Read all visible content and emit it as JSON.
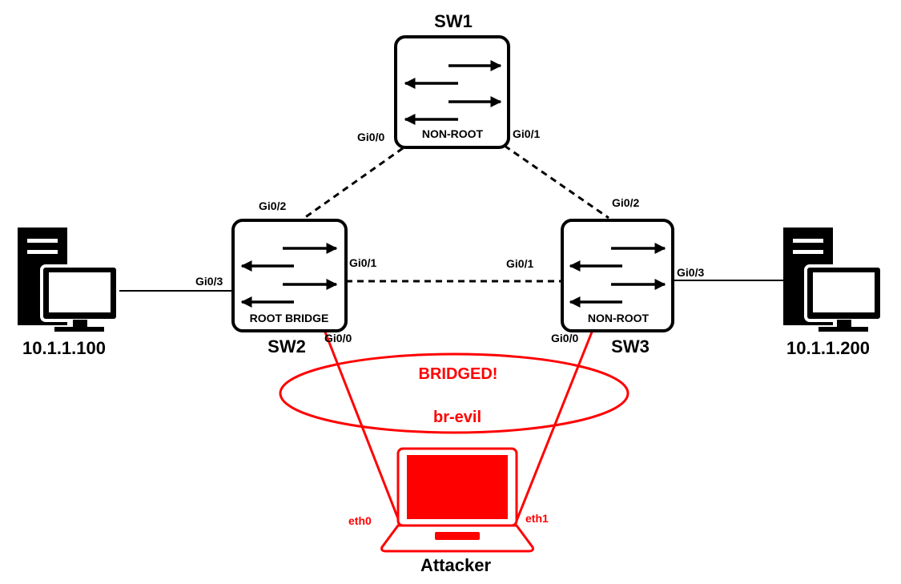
{
  "switches": {
    "sw1": {
      "name": "SW1",
      "role": "NON-ROOT",
      "ports": {
        "left": "Gi0/0",
        "right": "Gi0/1"
      }
    },
    "sw2": {
      "name": "SW2",
      "role": "ROOT BRIDGE",
      "ports": {
        "top": "Gi0/2",
        "right": "Gi0/1",
        "left": "Gi0/3",
        "bottom": "Gi0/0"
      }
    },
    "sw3": {
      "name": "SW3",
      "role": "NON-ROOT",
      "ports": {
        "top": "Gi0/2",
        "left": "Gi0/1",
        "right": "Gi0/3",
        "bottom": "Gi0/0"
      }
    }
  },
  "hosts": {
    "left": {
      "ip": "10.1.1.100"
    },
    "right": {
      "ip": "10.1.1.200"
    }
  },
  "attacker": {
    "label": "Attacker",
    "iface_left": "eth0",
    "iface_right": "eth1",
    "bridge_status": "BRIDGED!",
    "bridge_name": "br-evil"
  },
  "colors": {
    "attacker": "#ff0000",
    "link": "#000000",
    "icon": "#000000"
  }
}
